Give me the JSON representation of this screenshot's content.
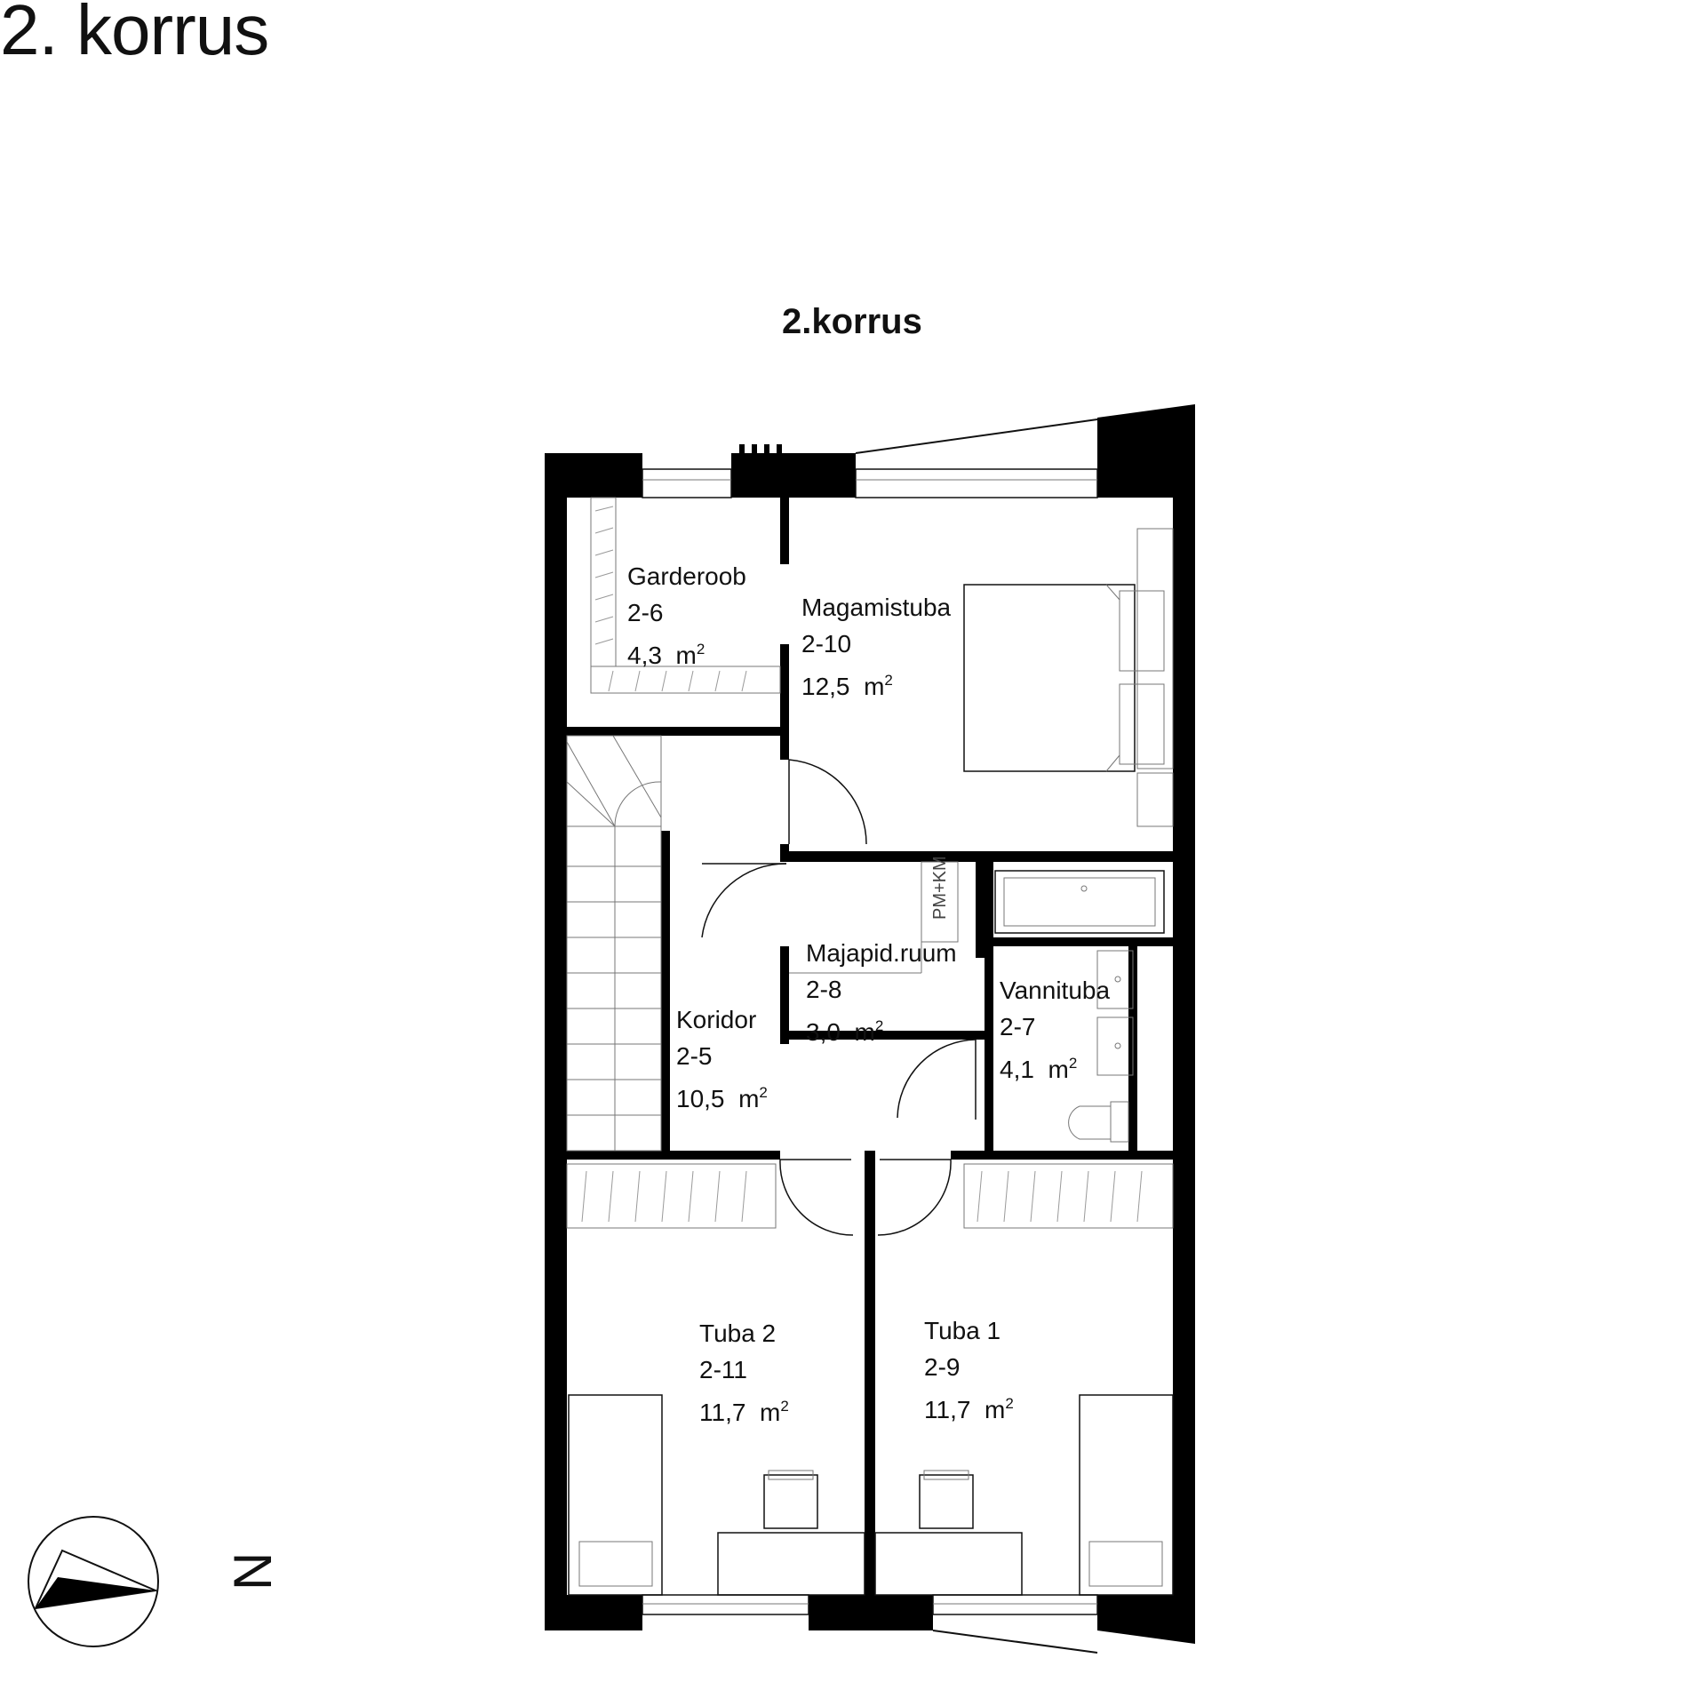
{
  "header": {
    "title": "2. korrus"
  },
  "plan": {
    "title": "2.korrus",
    "area_unit_base": "m",
    "area_unit_exp": "2",
    "rooms": [
      {
        "key": "garderoob",
        "name": "Garderoob",
        "number": "2-6",
        "area": "4,3"
      },
      {
        "key": "magamistuba",
        "name": "Magamistuba",
        "number": "2-10",
        "area": "12,5"
      },
      {
        "key": "majapid",
        "name": "Majapid.ruum",
        "number": "2-8",
        "area": "3,0"
      },
      {
        "key": "koridor",
        "name": "Koridor",
        "number": "2-5",
        "area": "10,5"
      },
      {
        "key": "vannituba",
        "name": "Vannituba",
        "number": "2-7",
        "area": "4,1"
      },
      {
        "key": "tuba2",
        "name": "Tuba 2",
        "number": "2-11",
        "area": "11,7"
      },
      {
        "key": "tuba1",
        "name": "Tuba 1",
        "number": "2-9",
        "area": "11,7"
      }
    ],
    "appliance_label": "PM+KM",
    "north_label": "N"
  },
  "icons": [
    "north-arrow-icon",
    "bed-icon",
    "bathtub-icon",
    "toilet-icon",
    "sink-icon",
    "staircase-icon",
    "chair-icon",
    "desk-icon",
    "wardrobe-icon"
  ]
}
